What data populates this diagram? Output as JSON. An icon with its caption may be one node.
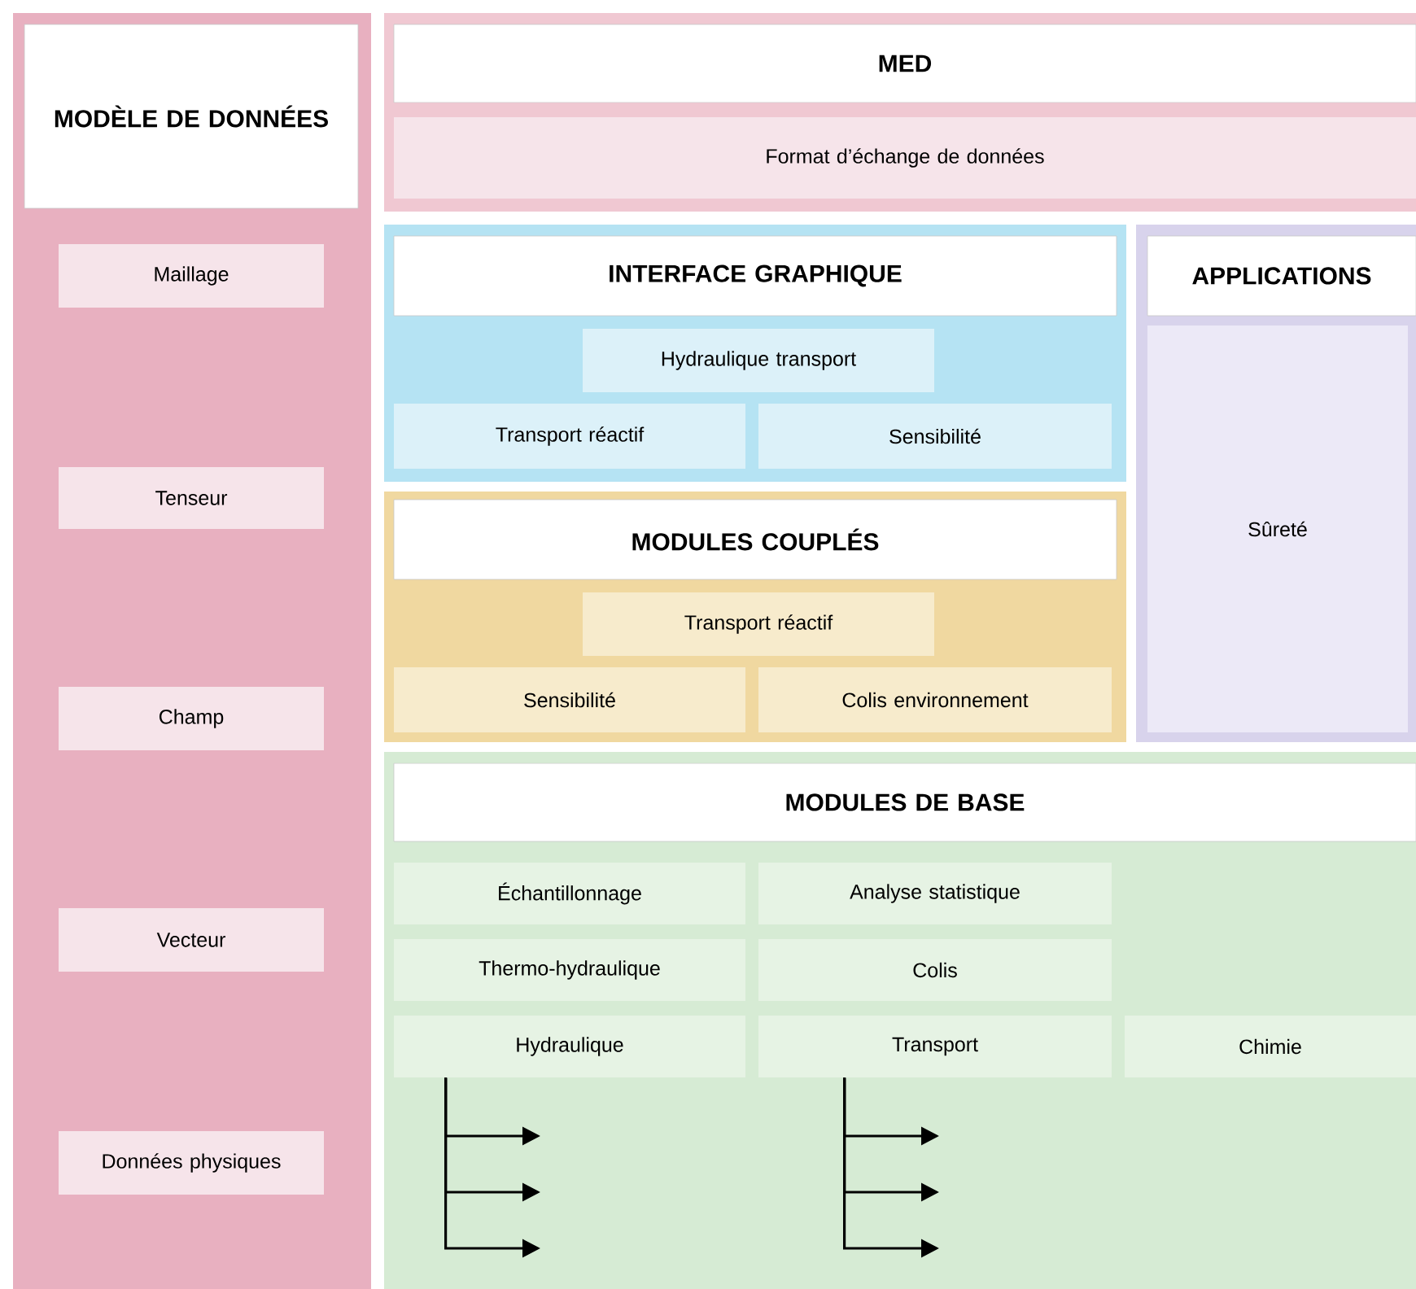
{
  "diagram": {
    "nodes": [
      {
        "text": [
          "MODÈLE DE DONNÉES"
        ]
      },
      {
        "text": [
          "Maillage"
        ],
        "in": 0
      },
      {
        "text": [
          "Tenseur"
        ],
        "in": 0
      },
      {
        "text": [
          "Champ"
        ],
        "in": 0
      },
      {
        "text": [
          "Vecteur"
        ],
        "in": 0
      },
      {
        "text": [
          "Données physiques"
        ],
        "in": 0
      },
      {
        "text": [
          "MED"
        ]
      },
      {
        "text": [
          "Format d’échange de données"
        ],
        "in": 6
      },
      {
        "text": [
          "INTERFACE GRAPHIQUE"
        ]
      },
      {
        "text": [
          "Hydraulique transport"
        ],
        "in": 8
      },
      {
        "text": [
          "Transport réactif"
        ],
        "in": 8
      },
      {
        "text": [
          "Sensibilité"
        ],
        "in": 8
      },
      {
        "text": [
          "APPLICATIONS"
        ]
      },
      {
        "text": [
          "Sûreté"
        ],
        "in": 12
      },
      {
        "text": [
          "MODULES COUPLÉS"
        ]
      },
      {
        "text": [
          "Transport réactif"
        ],
        "in": 14
      },
      {
        "text": [
          "Sensibilité"
        ],
        "in": 14
      },
      {
        "text": [
          "Colis environnement"
        ],
        "in": 14
      },
      {
        "text": [
          "MODULES DE BASE"
        ]
      },
      {
        "text": [
          "Échantillonnage"
        ],
        "in": 18
      },
      {
        "text": [
          "Analyse statistique"
        ],
        "in": 18
      },
      {
        "text": [
          "Thermo-hydraulique"
        ],
        "in": 18
      },
      {
        "text": [
          "Colis"
        ],
        "in": 18
      },
      {
        "text": [
          "Hydraulique"
        ],
        "in": 18
      },
      {
        "text": [
          "Transport"
        ],
        "in": 18
      },
      {
        "text": [
          "Chimie"
        ],
        "in": 18
      }
    ],
    "edges": [
      {
        "from": 23,
        "to": null,
        "arrow": "to"
      },
      {
        "from": 23,
        "to": null,
        "arrow": "to"
      },
      {
        "from": 23,
        "to": null,
        "arrow": "to"
      },
      {
        "from": 24,
        "to": null,
        "arrow": "to"
      },
      {
        "from": 24,
        "to": null,
        "arrow": "to"
      },
      {
        "from": 24,
        "to": null,
        "arrow": "to"
      }
    ]
  }
}
